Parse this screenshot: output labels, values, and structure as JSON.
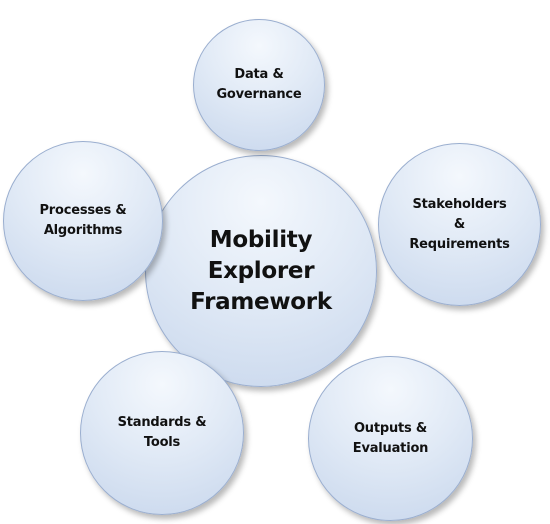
{
  "diagram": {
    "center": {
      "label": "Mobility\nExplorer\nFramework"
    },
    "nodes": {
      "top": {
        "label": "Data &\nGovernance"
      },
      "left": {
        "label": "Processes &\nAlgorithms"
      },
      "right": {
        "label": "Stakeholders\n&\nRequirements"
      },
      "bottom_left": {
        "label": "Standards &\nTools"
      },
      "bottom_right": {
        "label": "Outputs &\nEvaluation"
      }
    },
    "colors": {
      "circle_fill_light": "#f4f8fd",
      "circle_fill_dark": "#c7d6ec",
      "circle_border": "#9aaecf",
      "text": "#111111"
    }
  }
}
